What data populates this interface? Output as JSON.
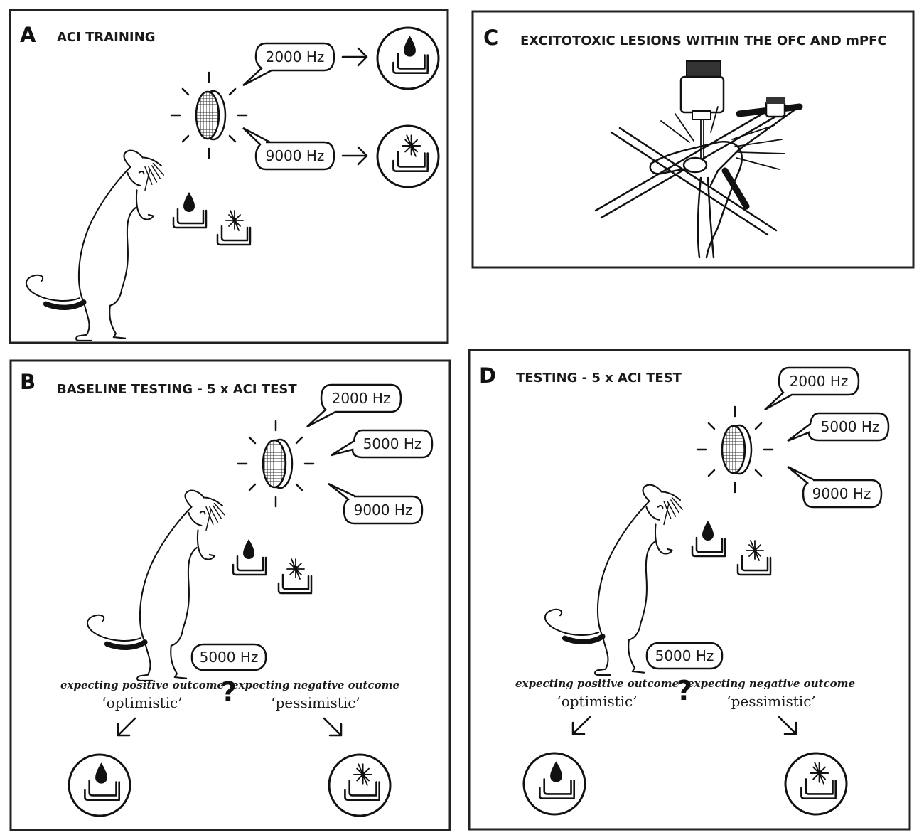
{
  "panels": {
    "a": {
      "letter": "A",
      "title": "ACI TRAINING",
      "freq_high": "2000 Hz",
      "freq_low": "9000 Hz"
    },
    "b": {
      "letter": "B",
      "title": "BASELINE TESTING - 5 x ACI TEST",
      "freq_1": "2000 Hz",
      "freq_2": "5000 Hz",
      "freq_3": "9000 Hz",
      "probe": "5000 Hz",
      "positive": "expecting positive outcome",
      "negative": "expecting negative outcome",
      "optimistic": "‘optimistic’",
      "pessimistic": "‘pessimistic’",
      "question": "?"
    },
    "c": {
      "letter": "C",
      "title": "EXCITOTOXIC LESIONS WITHIN THE OFC AND mPFC"
    },
    "d": {
      "letter": "D",
      "title": "TESTING - 5 x ACI TEST",
      "freq_1": "2000 Hz",
      "freq_2": "5000 Hz",
      "freq_3": "9000 Hz",
      "probe": "5000 Hz",
      "positive": "expecting positive outcome",
      "negative": "expecting negative outcome",
      "optimistic": "‘optimistic’",
      "pessimistic": "‘pessimistic’",
      "question": "?"
    }
  },
  "icons": [
    "speaker-icon",
    "water-drop-icon",
    "feeder-icon",
    "no-reward-icon",
    "rat-icon",
    "stereotaxic-frame-icon",
    "arrow-icon"
  ],
  "colors": {
    "ink": "#111111",
    "background": "#ffffff"
  }
}
